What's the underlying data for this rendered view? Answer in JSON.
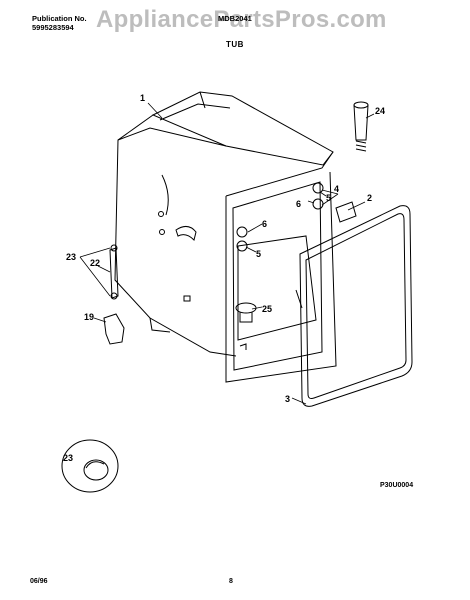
{
  "header": {
    "publication_label": "Publication No.",
    "publication_number": "5995283594",
    "model": "MDB2041",
    "section_title": "TUB"
  },
  "watermark": "AppliancePartsPros.com",
  "callouts": {
    "c1": "1",
    "c2": "2",
    "c3": "3",
    "c4": "4",
    "c5a": "5",
    "c5b": "5",
    "c6a": "6",
    "c6b": "6",
    "c19": "19",
    "c22": "22",
    "c23a": "23",
    "c23b": "23",
    "c24": "24",
    "c25": "25"
  },
  "diagram_code": "P30U0004",
  "footer": {
    "date": "06/96",
    "page": "8"
  }
}
